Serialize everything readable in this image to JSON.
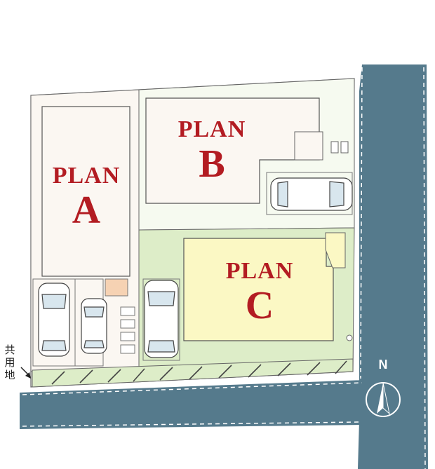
{
  "colors": {
    "road": "#557a8c",
    "road_edge": "#ffffff",
    "plan_a_bg": "#fbf7f2",
    "plan_b_bg": "#fbf7f2",
    "plan_c_bg": "#fbf8c4",
    "garden_green": "#ddedc8",
    "lot_bg": "#f6faf0",
    "label_red": "#b31c22",
    "outline": "#666666",
    "step_orange": "#f6d2b3"
  },
  "plans": [
    {
      "id": "a",
      "word": "PLAN",
      "letter": "A"
    },
    {
      "id": "b",
      "word": "PLAN",
      "letter": "B"
    },
    {
      "id": "c",
      "word": "PLAN",
      "letter": "C"
    }
  ],
  "shared_land_label": [
    "共",
    "用",
    "地"
  ],
  "compass": {
    "letter": "N",
    "icon": "north-arrow-icon"
  },
  "icons": [
    "car-icon",
    "north-arrow-icon",
    "arrow-icon"
  ]
}
